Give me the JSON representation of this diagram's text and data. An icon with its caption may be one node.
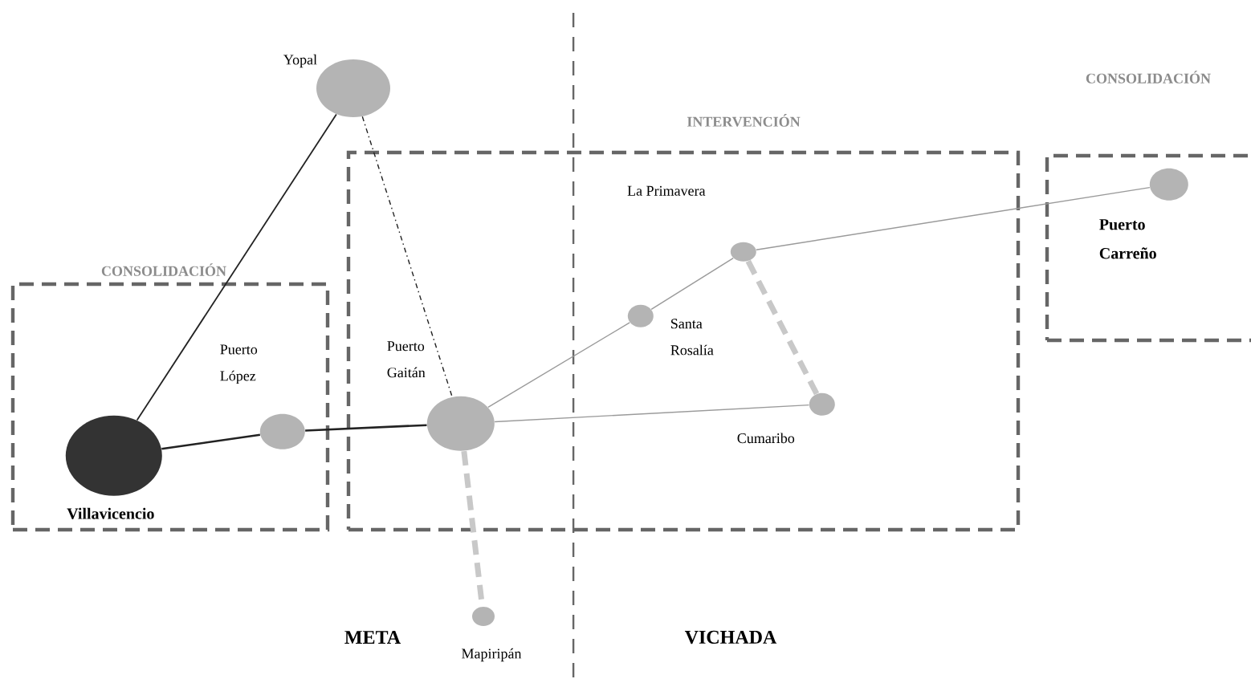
{
  "diagram": {
    "nodes": [
      {
        "text": [
          "CONSOLIDACIÓN"
        ]
      },
      {
        "text": [
          "INTERVENCIÓN"
        ]
      },
      {
        "text": [
          "CONSOLIDACIÓN"
        ]
      },
      {
        "text": [
          "Yopal"
        ]
      },
      {
        "text": [
          "Villavicencio"
        ],
        "in": 0
      },
      {
        "text": [
          "Puerto López"
        ],
        "in": 0
      },
      {
        "text": [
          "Puerto Gaitán"
        ],
        "in": 1
      },
      {
        "text": [
          "Santa Rosalía"
        ],
        "in": 1
      },
      {
        "text": [
          "La Primavera"
        ],
        "in": 1
      },
      {
        "text": [
          "Cumaribo"
        ],
        "in": 1
      },
      {
        "text": [
          "Puerto Carreño"
        ],
        "in": 2
      },
      {
        "text": [
          "Mapiripán"
        ]
      }
    ],
    "edges": [
      {
        "from": 3,
        "to": 4,
        "arrow": "none",
        "color": "#222222"
      },
      {
        "from": 3,
        "to": 6,
        "arrow": "none",
        "style": "dashed",
        "color": "#222222"
      },
      {
        "from": 4,
        "to": 5,
        "arrow": "none",
        "color": "#222222"
      },
      {
        "from": 5,
        "to": 6,
        "arrow": "none",
        "color": "#222222"
      },
      {
        "from": 6,
        "to": 7,
        "arrow": "none",
        "color": "#9a9a9a"
      },
      {
        "from": 7,
        "to": 8,
        "arrow": "none",
        "color": "#9a9a9a"
      },
      {
        "from": 8,
        "to": 10,
        "arrow": "none",
        "color": "#9a9a9a"
      },
      {
        "from": 6,
        "to": 9,
        "arrow": "none",
        "color": "#9a9a9a"
      },
      {
        "from": 8,
        "to": 9,
        "arrow": "none",
        "style": "dashed",
        "color": "#c8c8c8"
      },
      {
        "from": 6,
        "to": 11,
        "arrow": "none",
        "style": "dashed",
        "color": "#c8c8c8"
      }
    ],
    "labels": [
      "META",
      "VICHADA"
    ]
  }
}
